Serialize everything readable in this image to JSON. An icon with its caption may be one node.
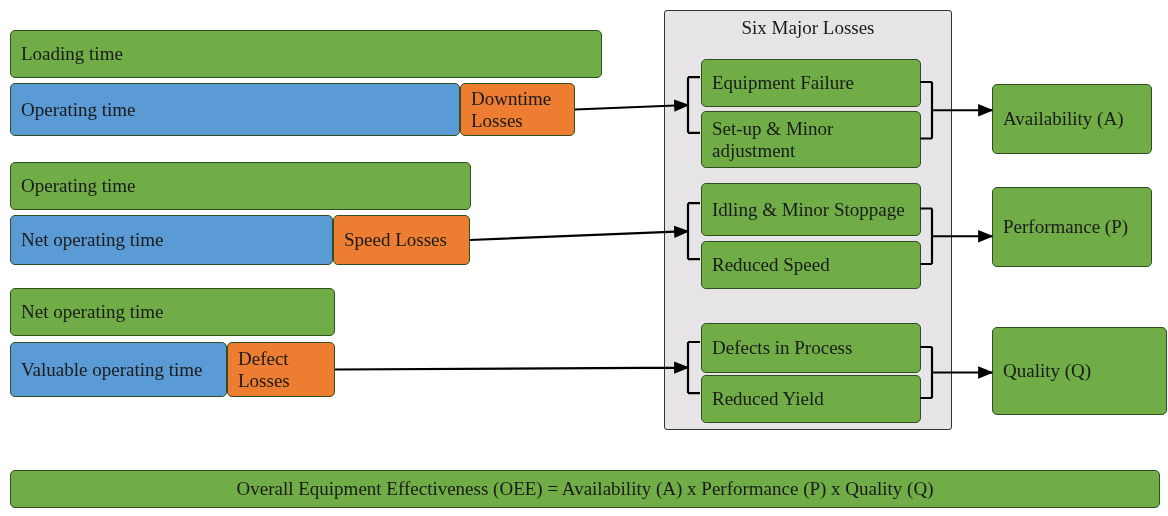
{
  "diagram": {
    "nodes": [
      {
        "text": [
          "Loading time"
        ]
      },
      {
        "text": [
          "Operating time"
        ]
      },
      {
        "text": [
          "Downtime Losses"
        ]
      },
      {
        "text": [
          "Operating time"
        ]
      },
      {
        "text": [
          "Net operating time"
        ]
      },
      {
        "text": [
          "Speed Losses"
        ]
      },
      {
        "text": [
          "Net operating time"
        ]
      },
      {
        "text": [
          "Valuable operating time"
        ]
      },
      {
        "text": [
          "Defect Losses"
        ]
      },
      {
        "text": [
          "Six Major Losses"
        ]
      },
      {
        "text": [
          "Equipment Failure"
        ],
        "in": 9
      },
      {
        "text": [
          "Set-up & Minor adjustment"
        ],
        "in": 9
      },
      {
        "text": [
          "Idling & Minor Stoppage"
        ],
        "in": 9
      },
      {
        "text": [
          "Reduced Speed"
        ],
        "in": 9
      },
      {
        "text": [
          "Defects in Process"
        ],
        "in": 9
      },
      {
        "text": [
          "Reduced Yield"
        ],
        "in": 9
      },
      {
        "text": [
          "Availability (A)"
        ]
      },
      {
        "text": [
          "Performance (P)"
        ]
      },
      {
        "text": [
          "Quality (Q)"
        ]
      },
      {
        "text": [
          "Overall Equipment Effectiveness (OEE) = Availability (A) x Performance (P) x Quality (Q)"
        ]
      }
    ],
    "edges": [
      {
        "from": 2,
        "to": 10,
        "arrow": "to"
      },
      {
        "from": 2,
        "to": 11,
        "arrow": "to"
      },
      {
        "from": 10,
        "to": 16,
        "arrow": "to"
      },
      {
        "from": 11,
        "to": 16,
        "arrow": "to"
      },
      {
        "from": 5,
        "to": 12,
        "arrow": "to"
      },
      {
        "from": 5,
        "to": 13,
        "arrow": "to"
      },
      {
        "from": 12,
        "to": 17,
        "arrow": "to"
      },
      {
        "from": 13,
        "to": 17,
        "arrow": "to"
      },
      {
        "from": 8,
        "to": 14,
        "arrow": "to"
      },
      {
        "from": 8,
        "to": 15,
        "arrow": "to"
      },
      {
        "from": 14,
        "to": 18,
        "arrow": "to"
      },
      {
        "from": 15,
        "to": 18,
        "arrow": "to"
      }
    ]
  }
}
